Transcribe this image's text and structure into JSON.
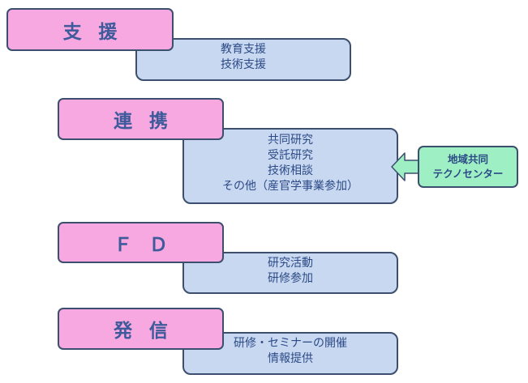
{
  "groups": [
    {
      "title": "支援",
      "items": [
        "教育支援",
        "技術支援"
      ]
    },
    {
      "title": "連携",
      "items": [
        "共同研究",
        "受託研究",
        "技術相談",
        "その他（産官学事業参加）"
      ]
    },
    {
      "title": "ＦＤ",
      "items": [
        "研究活動",
        "研修参加"
      ]
    },
    {
      "title": "発信",
      "items": [
        "研修・セミナーの開催",
        "情報提供"
      ]
    }
  ],
  "side_box": {
    "lines": [
      "地域共同",
      "テクノセンター"
    ]
  },
  "colors": {
    "heading_fill": "#f7a8e0",
    "content_fill": "#c8d8f0",
    "side_fill": "#9ef0c4",
    "border": "#3d4f6e"
  }
}
